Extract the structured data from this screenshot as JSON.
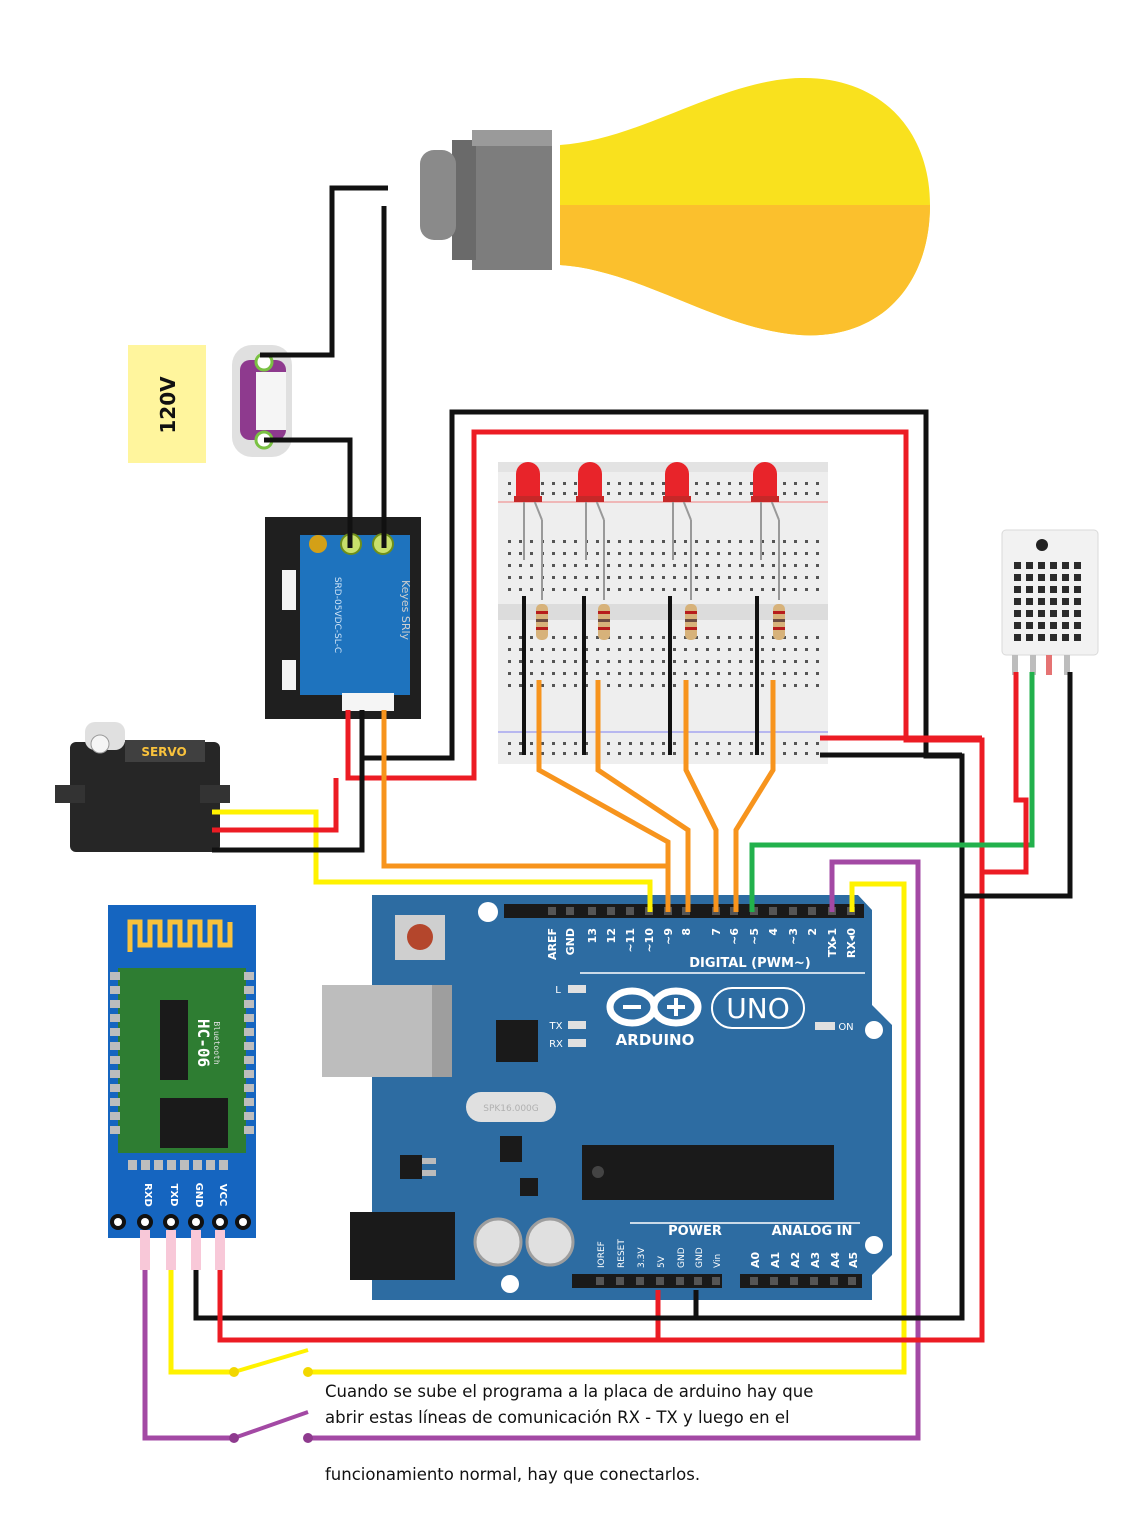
{
  "voltage_label": "120V",
  "servo_label": "SERVO",
  "relay_label": "SRD-05VDC-SL-C",
  "relay_brand": "Keyes SRly",
  "crystal_label": "SPK16.000G",
  "bluetooth": {
    "model": "HC-06",
    "subtitle": "Bluetooth",
    "pins": [
      "RXD",
      "TXD",
      "GND",
      "VCC"
    ]
  },
  "arduino": {
    "logo_text": "ARDUINO",
    "model": "UNO",
    "digital_header": "DIGITAL (PWM~)",
    "digital_pins": [
      "AREF",
      "GND",
      "13",
      "12",
      "~11",
      "~10",
      "~9",
      "8",
      "7",
      "~6",
      "~5",
      "4",
      "~3",
      "2",
      "TX▸1",
      "RX◂0"
    ],
    "led_labels": {
      "l": "L",
      "tx": "TX",
      "rx": "RX",
      "on": "ON"
    },
    "power_header": "POWER",
    "power_pins": [
      "IOREF",
      "RESET",
      "3.3V",
      "5V",
      "GND",
      "GND",
      "Vin"
    ],
    "analog_header": "ANALOG IN",
    "analog_pins": [
      "A0",
      "A1",
      "A2",
      "A3",
      "A4",
      "A5"
    ]
  },
  "note": {
    "line1": "Cuando se sube el programa a la placa de arduino hay que",
    "line2": "abrir estas líneas de comunicación RX - TX y luego en el",
    "line3": "funcionamiento normal, hay que conectarlos."
  },
  "colors": {
    "wire_black": "#111111",
    "wire_red": "#ec1c24",
    "wire_yellow": "#fff200",
    "wire_orange": "#f7941d",
    "wire_green": "#22b14c",
    "wire_purple": "#a349a4",
    "arduino_board": "#2d6ca2",
    "bulb_yellow": "#f9e11e",
    "bulb_amber": "#fbc02d",
    "led_red": "#e8242a",
    "bt_blue": "#1565c0"
  }
}
